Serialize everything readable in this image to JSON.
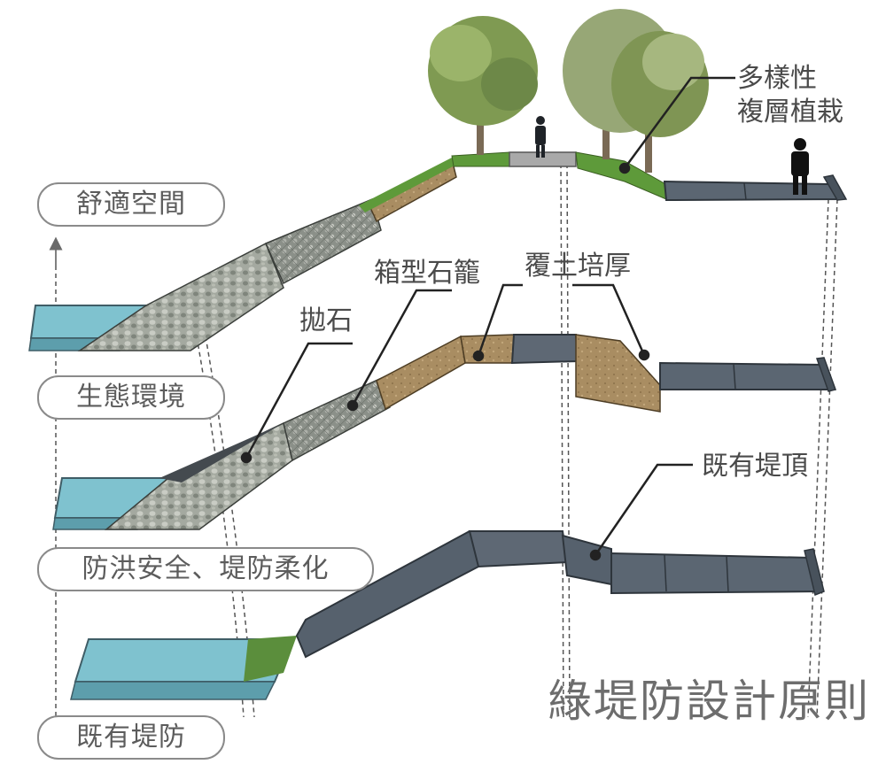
{
  "title": "綠堤防設計原則",
  "principles": [
    {
      "label": "舒適空間"
    },
    {
      "label": "生態環境"
    },
    {
      "label": "防洪安全、堤防柔化"
    },
    {
      "label": "既有堤防"
    }
  ],
  "callouts": {
    "planting_line1": "多樣性",
    "planting_line2": "複層植栽",
    "gabion": "箱型石籠",
    "soil": "覆土培厚",
    "riprap": "拋石",
    "existing_crest": "既有堤頂"
  },
  "colors": {
    "water": "#7fc2cf",
    "concrete": "#56616d",
    "concrete_top": "#6c7783",
    "soil": "#a78a5f",
    "grass": "#5e9a3a",
    "stone": "#9ea39b",
    "pill_border": "#8a8a8a",
    "text": "#5c5c5c"
  }
}
